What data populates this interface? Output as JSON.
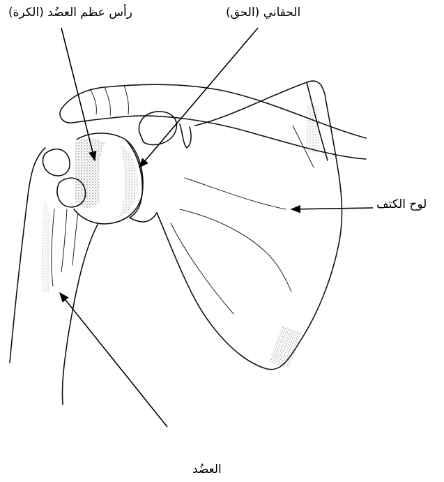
{
  "labels": {
    "humeral_head": "رأس عظم العضُد (الكرة)",
    "glenoid": "الحقاني (الحق)",
    "scapula": "لوح الكتف",
    "humerus": "العضُد"
  },
  "colors": {
    "line": "#111111",
    "background": "#ffffff"
  }
}
